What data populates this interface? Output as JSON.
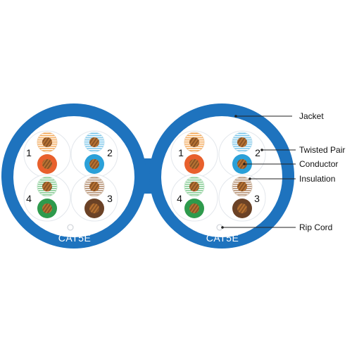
{
  "cable_label": "CAT5E",
  "pair_numbers": [
    "1",
    "2",
    "3",
    "4"
  ],
  "callouts": {
    "jacket": "Jacket",
    "twisted_pair": "Twisted Pair",
    "conductor": "Conductor",
    "insulation": "Insulation",
    "rip_cord": "Rip Cord"
  },
  "colors": {
    "jacket": "#1e73be",
    "pair_background": "#ffffff",
    "pair_outline": "#d8dde4",
    "conductor_copper": "#b87333",
    "pairs": {
      "1": {
        "solid": "#e8602c",
        "stripe": "#f5a957"
      },
      "2": {
        "solid": "#2aa0d8",
        "stripe": "#7ac6ea"
      },
      "3": {
        "solid": "#6b4226",
        "stripe": "#b08a6b"
      },
      "4": {
        "solid": "#2e9a4c",
        "stripe": "#7fc98e"
      }
    }
  }
}
